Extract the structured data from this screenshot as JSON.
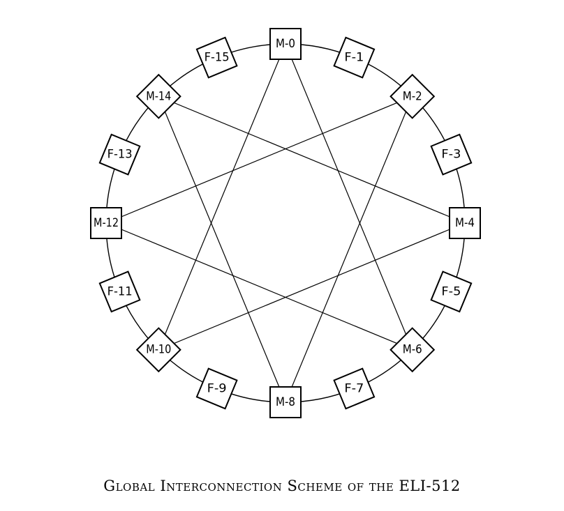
{
  "diagram": {
    "nodes": [
      {
        "id": "M-0",
        "label": "M-0",
        "kind": "M"
      },
      {
        "id": "F-1",
        "label": "F-1",
        "kind": "F"
      },
      {
        "id": "M-2",
        "label": "M-2",
        "kind": "M"
      },
      {
        "id": "F-3",
        "label": "F-3",
        "kind": "F"
      },
      {
        "id": "M-4",
        "label": "M-4",
        "kind": "M"
      },
      {
        "id": "F-5",
        "label": "F-5",
        "kind": "F"
      },
      {
        "id": "M-6",
        "label": "M-6",
        "kind": "M"
      },
      {
        "id": "F-7",
        "label": "F-7",
        "kind": "F"
      },
      {
        "id": "M-8",
        "label": "M-8",
        "kind": "M"
      },
      {
        "id": "F-9",
        "label": "F-9",
        "kind": "F"
      },
      {
        "id": "M-10",
        "label": "M-10",
        "kind": "M"
      },
      {
        "id": "F-11",
        "label": "F-11",
        "kind": "F"
      },
      {
        "id": "M-12",
        "label": "M-12",
        "kind": "M"
      },
      {
        "id": "F-13",
        "label": "F-13",
        "kind": "F"
      },
      {
        "id": "M-14",
        "label": "M-14",
        "kind": "M"
      },
      {
        "id": "F-15",
        "label": "F-15",
        "kind": "F"
      }
    ],
    "ring": "all nodes connected in a circle",
    "connections": [
      [
        "M-0",
        "M-6"
      ],
      [
        "M-0",
        "M-10"
      ],
      [
        "M-2",
        "M-8"
      ],
      [
        "M-2",
        "M-12"
      ],
      [
        "M-4",
        "M-10"
      ],
      [
        "M-4",
        "M-14"
      ],
      [
        "M-6",
        "M-12"
      ],
      [
        "M-8",
        "M-14"
      ]
    ]
  },
  "caption": "Global Interconnection Scheme of the ELI-512",
  "colors": {
    "stroke": "#000000",
    "background": "#ffffff"
  }
}
